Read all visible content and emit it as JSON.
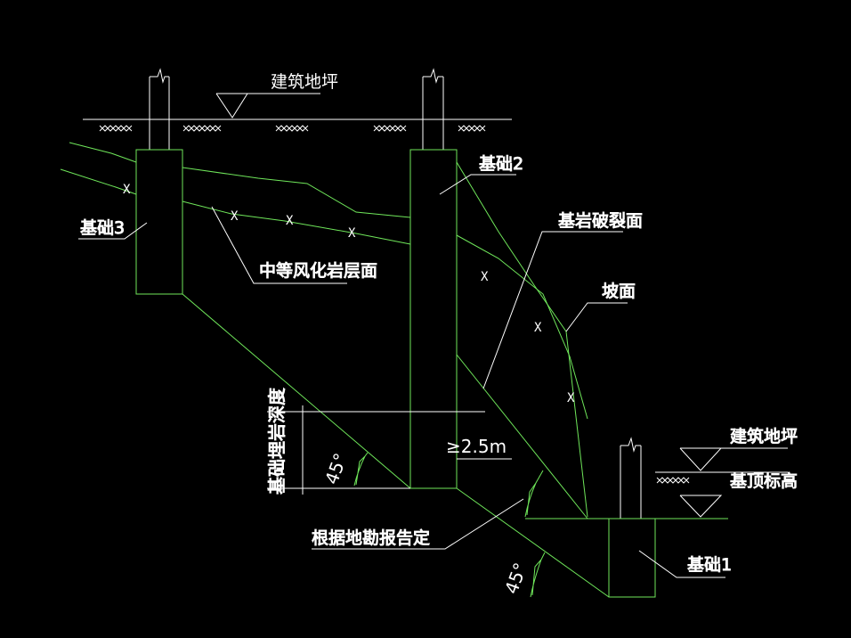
{
  "colors": {
    "background": "#000000",
    "line": "#6fe65a",
    "ink": "#ffffff",
    "hatch": "#ffffff"
  },
  "labels": {
    "floor_level_top": "建筑地坪",
    "floor_level_right": "建筑地坪",
    "foundation_top_elev": "基顶标高",
    "foundation1": "基础1",
    "foundation2": "基础2",
    "foundation3": "基础3",
    "weathered_rock": "中等风化岩层面",
    "rock_fracture": "基岩破裂面",
    "slope": "坡面",
    "geo_report": "根据地勘报告定",
    "embed_depth": "基础埋岩深度",
    "min_distance": "≥2.5m",
    "angle_left": "45°",
    "angle_bottom": "45°",
    "rock_mark": "X"
  }
}
